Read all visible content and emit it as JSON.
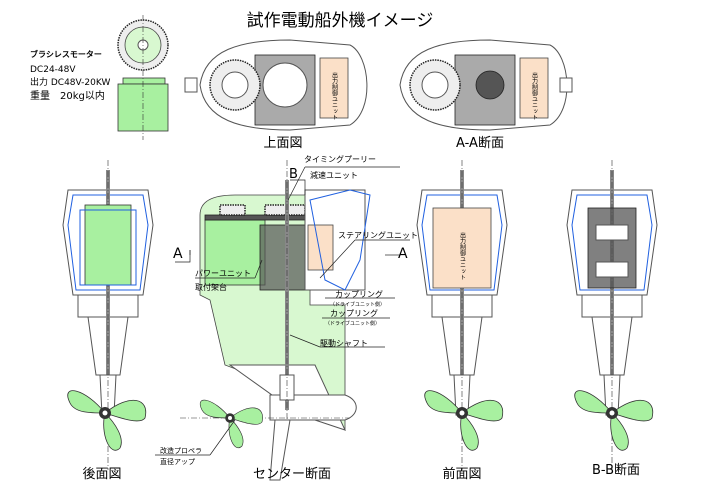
{
  "title": "試作電動船外機イメージ",
  "motor_spec": {
    "name": "ブラシレスモーター",
    "voltage": "DC24-48V",
    "output": "出力 DC48V-20KW",
    "weight": "重量　20kg以内"
  },
  "views": {
    "top": "上面図",
    "aa_section": "A-A断面",
    "rear": "後面図",
    "center_section": "センター断面",
    "front": "前面図",
    "bb_section": "B-B断面"
  },
  "unit_label": "出力制御ユニット",
  "callouts": {
    "timing_pulley": "タイミングプーリー",
    "reduction_unit": "減速ユニット",
    "steering_unit": "ステアリングユニット",
    "power_unit": "パワーユニット",
    "mount_base": "取付架台",
    "coupling_1": "カップリング",
    "coupling_1_note": "（ドライブユニット側）",
    "coupling_2": "カップリング",
    "coupling_2_note": "（ドライブユニット側）",
    "drive_shaft": "駆動シャフト",
    "propeller_1": "改造プロペラ",
    "propeller_2": "直径アップ"
  },
  "section_marks": {
    "a_left": "A",
    "a_right": "A",
    "b": "B"
  },
  "colors": {
    "motor": "#a8f0a0",
    "housing": "#d8f8d0",
    "control_unit": "#fbe0c8",
    "steering": "#2060e0"
  }
}
